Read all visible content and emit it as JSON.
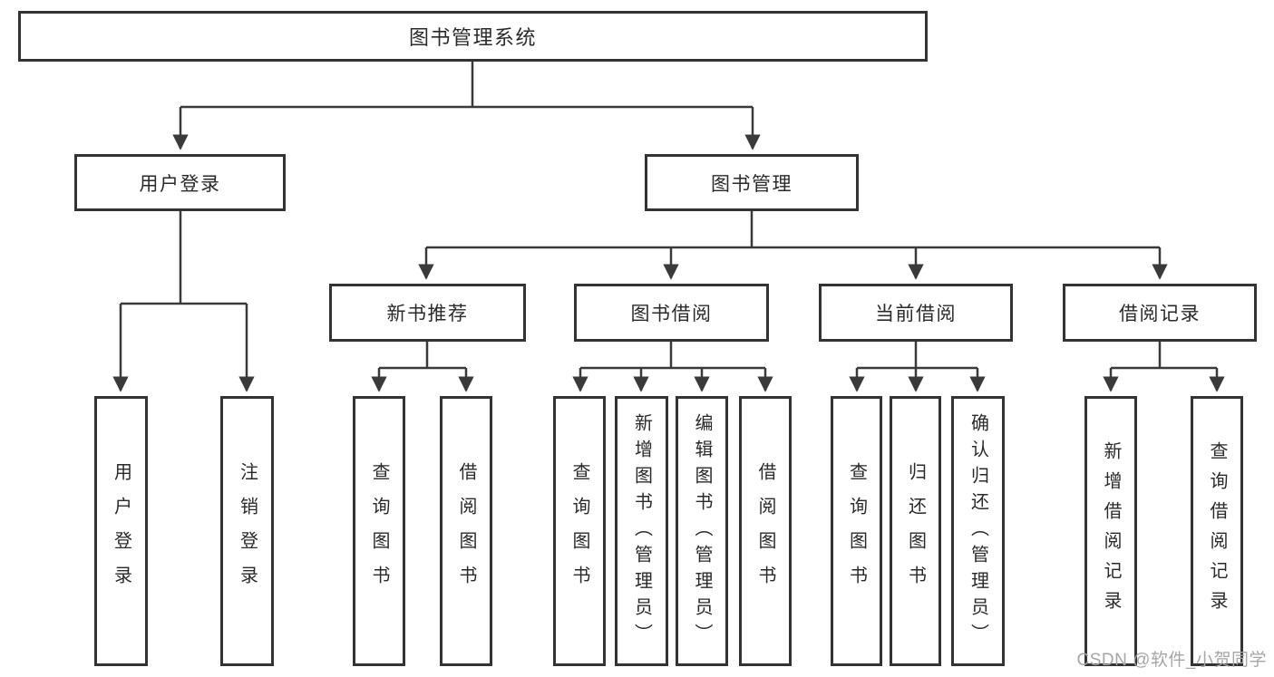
{
  "diagram_title": "图书管理系统",
  "tree": {
    "label": "图书管理系统",
    "children": [
      {
        "label": "用户登录",
        "children": [
          {
            "label": "用户登录"
          },
          {
            "label": "注销登录"
          }
        ]
      },
      {
        "label": "图书管理",
        "children": [
          {
            "label": "新书推荐",
            "children": [
              {
                "label": "查询图书"
              },
              {
                "label": "借阅图书"
              }
            ]
          },
          {
            "label": "图书借阅",
            "children": [
              {
                "label": "查询图书"
              },
              {
                "label": "新增图书（管理员）"
              },
              {
                "label": "编辑图书（管理员）"
              },
              {
                "label": "借阅图书"
              }
            ]
          },
          {
            "label": "当前借阅",
            "children": [
              {
                "label": "查询图书"
              },
              {
                "label": "归还图书"
              },
              {
                "label": "确认归还（管理员）"
              }
            ]
          },
          {
            "label": "借阅记录",
            "children": [
              {
                "label": "新增借阅记录"
              },
              {
                "label": "查询借阅记录"
              }
            ]
          }
        ]
      }
    ]
  },
  "colors": {
    "box_border": "#333333",
    "connector": "#3a3a3a",
    "text": "#2a2a2a",
    "watermark": "#a6a6a6",
    "background": "#ffffff"
  },
  "watermark": {
    "text": "CSDN @软件_小贺同学"
  }
}
